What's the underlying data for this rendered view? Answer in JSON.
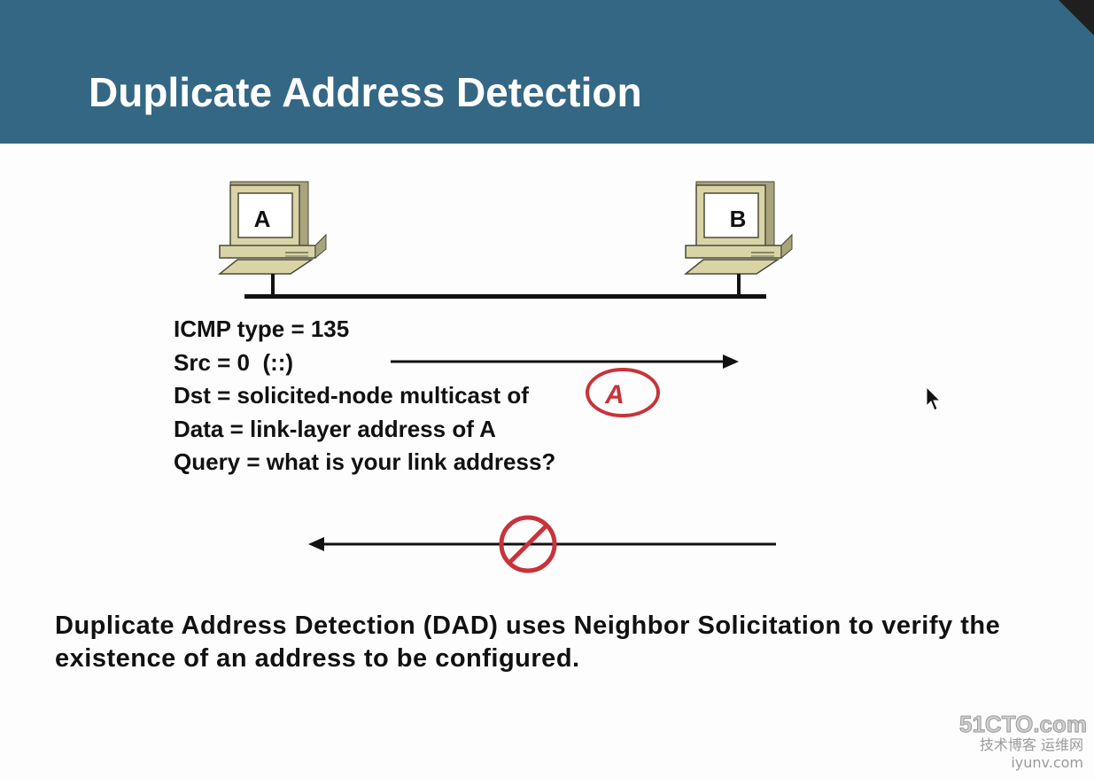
{
  "slide": {
    "title": "Duplicate Address Detection"
  },
  "hosts": {
    "left": {
      "label": "A"
    },
    "right": {
      "label": "B"
    }
  },
  "packet": {
    "lines": [
      "ICMP type = 135",
      "Src = 0  (::)",
      "Dst = solicited-node multicast of",
      "Data = link-layer address of A",
      "Query = what is your link address?"
    ],
    "highlight_label": "A"
  },
  "caption": "Duplicate Address Detection (DAD) uses Neighbor Solicitation to verify the existence of an address to be configured.",
  "watermark": {
    "logo": "51CTO.com",
    "subtitle": "技术博客 运维网 iyunv.com"
  },
  "colors": {
    "title_bar": "#346784",
    "highlight": "#c8333a",
    "computer_body": "#d8d4a6"
  }
}
